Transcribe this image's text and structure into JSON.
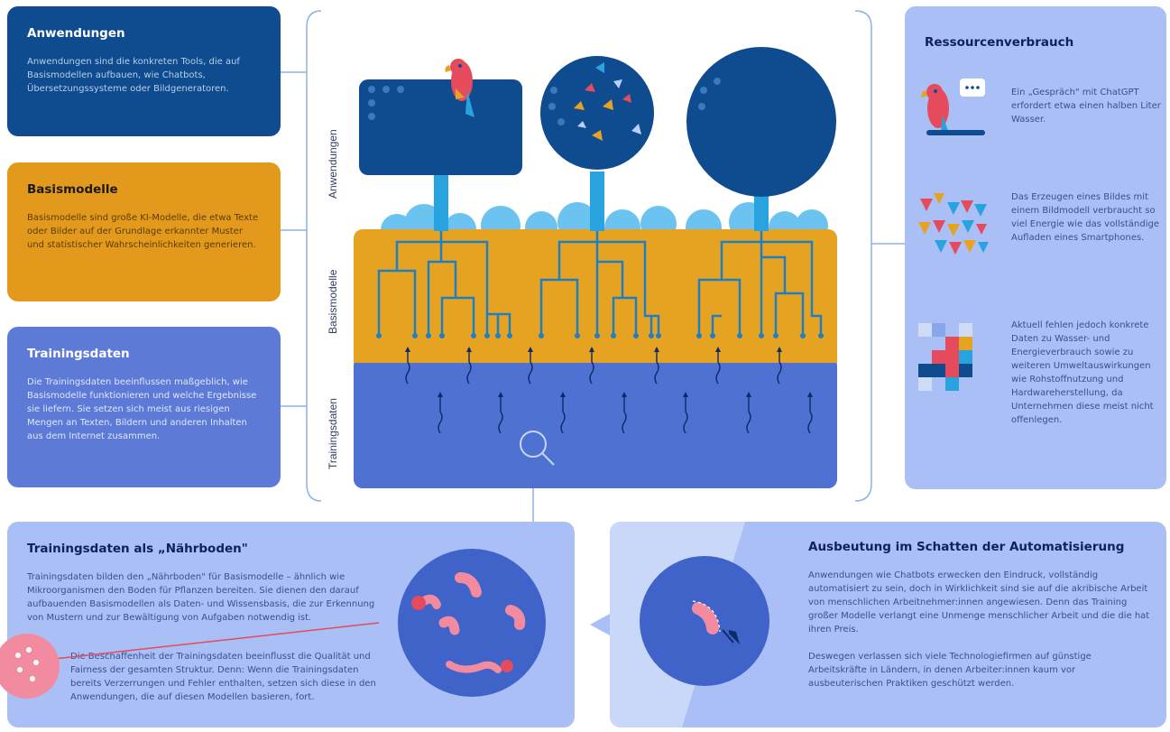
{
  "anwendungen": {
    "title": "Anwendungen",
    "text": "Anwendungen sind die konkreten Tools, die auf Basismodellen aufbauen, wie Chatbots, Übersetzungssysteme oder Bildgeneratoren."
  },
  "basismodelle": {
    "title": "Basismodelle",
    "text": "Basismodelle sind große KI-Modelle, die etwa Texte oder Bilder auf der Grundlage erkannter Muster und statistischer Wahrscheinlichkeiten generieren."
  },
  "trainingsdaten": {
    "title": "Trainingsdaten",
    "text": "Die Trainingsdaten beeinflussen maßgeblich, wie Basismodelle funktionieren und welche Ergebnisse sie liefern. Sie setzen sich meist aus riesigen Mengen an Texten, Bildern und anderen Inhalten aus dem Internet zusammen."
  },
  "diagram": {
    "label_anwendungen": "Anwendungen",
    "label_basismodelle": "Basismodelle",
    "label_trainingsdaten": "Trainingsdaten",
    "chat_dots": "..."
  },
  "ressourcen": {
    "title": "Ressourcenverbrauch",
    "item1": "Ein „Gespräch\" mit ChatGPT erfordert etwa einen halben Liter Wasser.",
    "item2": "Das Erzeugen eines Bildes mit einem Bildmodell verbraucht so viel Energie wie das vollständige Aufladen eines Smartphones.",
    "item3": "Aktuell fehlen jedoch konkrete Daten zu Wasser- und Energieverbrauch sowie zu weiteren Umweltauswirkungen wie Rohstoffnutzung und Hardwareherstellung, da Unternehmen diese meist nicht offenlegen."
  },
  "naehrboden": {
    "title": "Trainingsdaten als „Nährboden\"",
    "text1": "Trainingsdaten bilden den „Nährboden\" für Basismodelle – ähnlich wie Mikroorganismen den Boden für Pflanzen bereiten. Sie dienen den darauf aufbauenden Basismodellen als Daten- und Wissensbasis, die zur Erkennung von Mustern und zur Bewältigung von Aufgaben notwendig ist.",
    "text2": "Die Beschaffenheit der Trainingsdaten beeinflusst die Qualität und Fairness der gesamten Struktur. Denn: Wenn die Trainingsdaten bereits Verzerrungen und Fehler enthalten, setzen sich diese in den Anwendungen, die auf diesen Modellen basieren, fort."
  },
  "ausbeutung": {
    "title": "Ausbeutung im Schatten der Automatisierung",
    "text1": "Anwendungen wie Chatbots erwecken den Eindruck, vollständig automatisiert zu sein, doch in Wirklichkeit sind sie auf die akribische Arbeit von menschlichen Arbeitnehmer:innen angewiesen. Denn das Training großer Modelle verlangt eine Unmenge menschlicher Arbeit und die die hat ihren Preis.",
    "text2": "Deswegen verlassen sich viele Technologiefirmen auf günstige Arbeitskräfte in Ländern, in denen Arbeiter:innen kaum vor ausbeuterischen Praktiken geschützt werden."
  },
  "colors": {
    "dark_blue": "#0f4c8f",
    "orange": "#e39a1c",
    "mid_blue": "#5d7bd6",
    "light_blue": "#a9bff5",
    "sky": "#29a3e0"
  }
}
